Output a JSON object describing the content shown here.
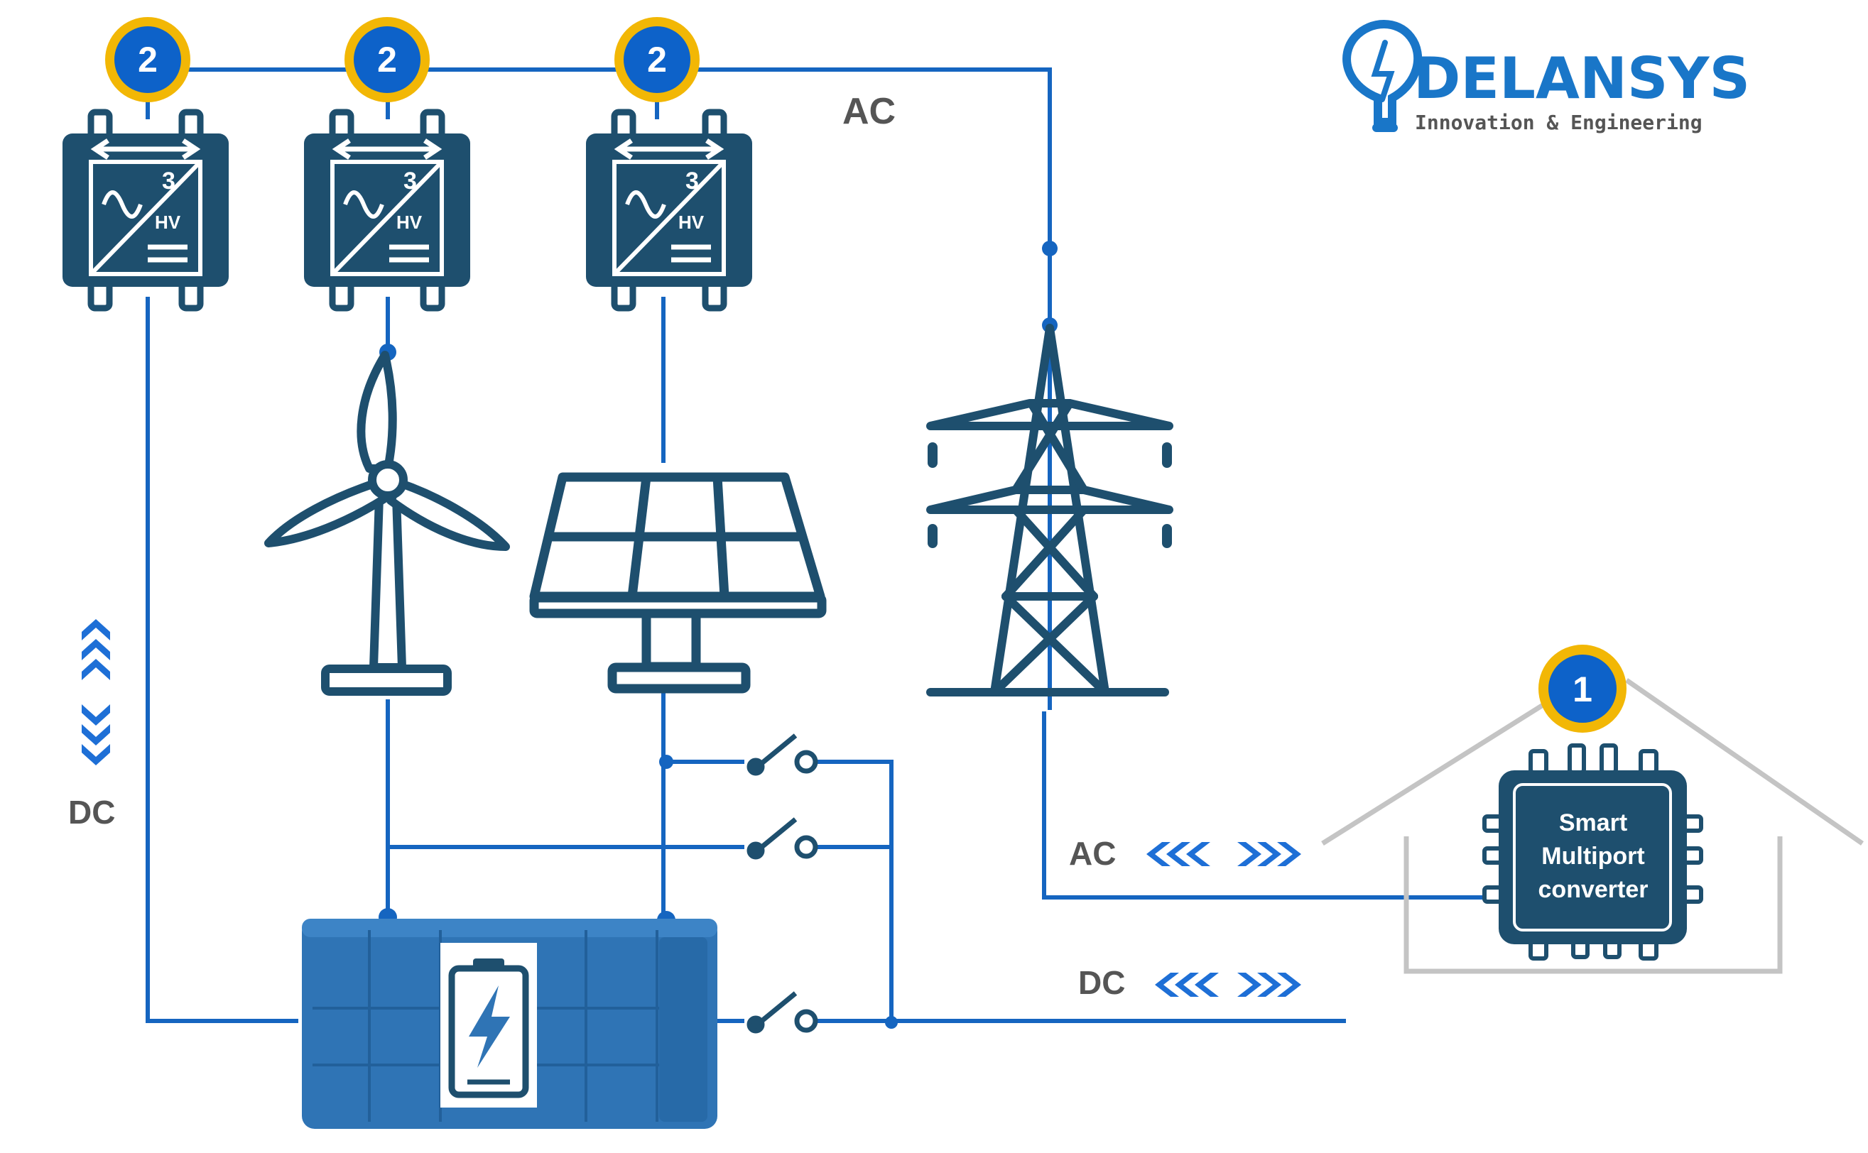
{
  "brand": {
    "name": "DELANSYS",
    "tagline": "Innovation & Engineering",
    "color": "#1976c8"
  },
  "badges": {
    "inverter_1": "2",
    "inverter_2": "2",
    "inverter_3": "2",
    "house": "1"
  },
  "inverter": {
    "phase": "3",
    "voltage": "HV"
  },
  "labels": {
    "ac_top": "AC",
    "dc_left": "DC",
    "ac_flow": "AC",
    "dc_flow": "DC"
  },
  "converter": {
    "line1": "Smart",
    "line2": "Multiport",
    "line3": "converter"
  },
  "colors": {
    "line": "#1565c0",
    "device": "#1e4f6e",
    "battery": "#2f74b5",
    "badge_ring": "#f2b705",
    "badge_fill": "#0d62c9",
    "house_outline": "#c4c4c4"
  },
  "icons": {
    "brand_logo": "lightbulb-icon",
    "wind": "wind-turbine-icon",
    "solar": "solar-panel-icon",
    "tower": "transmission-tower-icon",
    "battery": "battery-charging-icon",
    "converter": "chip-icon",
    "inverter": "inverter-icon",
    "switch": "switch-icon"
  }
}
